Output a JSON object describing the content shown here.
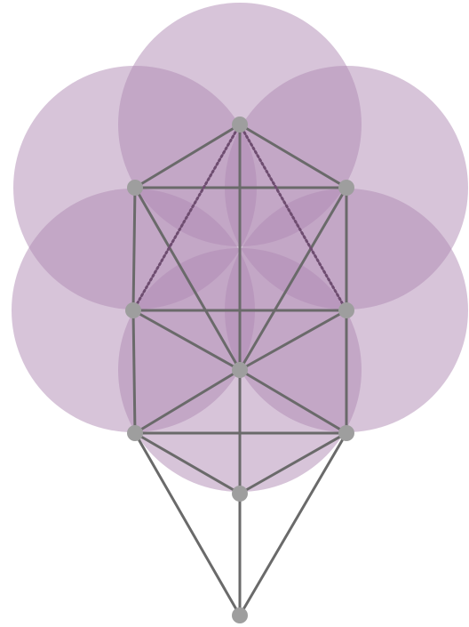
{
  "diagram": {
    "colors": {
      "background": "#ffffff",
      "circle_fill": "#b08ab4",
      "circle_fill_opacity": 0.5,
      "edge": "#6a6a6a",
      "dotted_edge": "#6e4d70",
      "node": "#9e9e9e"
    },
    "nodes": [
      "n-top",
      "n-upper-left",
      "n-upper-right",
      "n-middle-left",
      "n-middle-right",
      "n-center",
      "n-lower-left",
      "n-lower-right",
      "n-lower-center",
      "n-bottom"
    ],
    "edges": [
      [
        "n-top",
        "n-upper-left"
      ],
      [
        "n-top",
        "n-upper-right"
      ],
      [
        "n-upper-left",
        "n-upper-right"
      ],
      [
        "n-top",
        "n-center"
      ],
      [
        "n-upper-left",
        "n-middle-left"
      ],
      [
        "n-upper-right",
        "n-middle-right"
      ],
      [
        "n-middle-left",
        "n-middle-right"
      ],
      [
        "n-upper-left",
        "n-center"
      ],
      [
        "n-upper-right",
        "n-center"
      ],
      [
        "n-middle-left",
        "n-center"
      ],
      [
        "n-middle-right",
        "n-center"
      ],
      [
        "n-middle-left",
        "n-lower-left"
      ],
      [
        "n-middle-right",
        "n-lower-right"
      ],
      [
        "n-lower-left",
        "n-center"
      ],
      [
        "n-lower-right",
        "n-center"
      ],
      [
        "n-center",
        "n-lower-center"
      ],
      [
        "n-lower-left",
        "n-lower-right"
      ],
      [
        "n-lower-left",
        "n-lower-center"
      ],
      [
        "n-lower-right",
        "n-lower-center"
      ],
      [
        "n-lower-left",
        "n-bottom"
      ],
      [
        "n-lower-right",
        "n-bottom"
      ],
      [
        "n-lower-center",
        "n-bottom"
      ]
    ],
    "dotted_edges": [
      [
        "n-top",
        "n-middle-left"
      ],
      [
        "n-top",
        "n-middle-right"
      ]
    ]
  }
}
